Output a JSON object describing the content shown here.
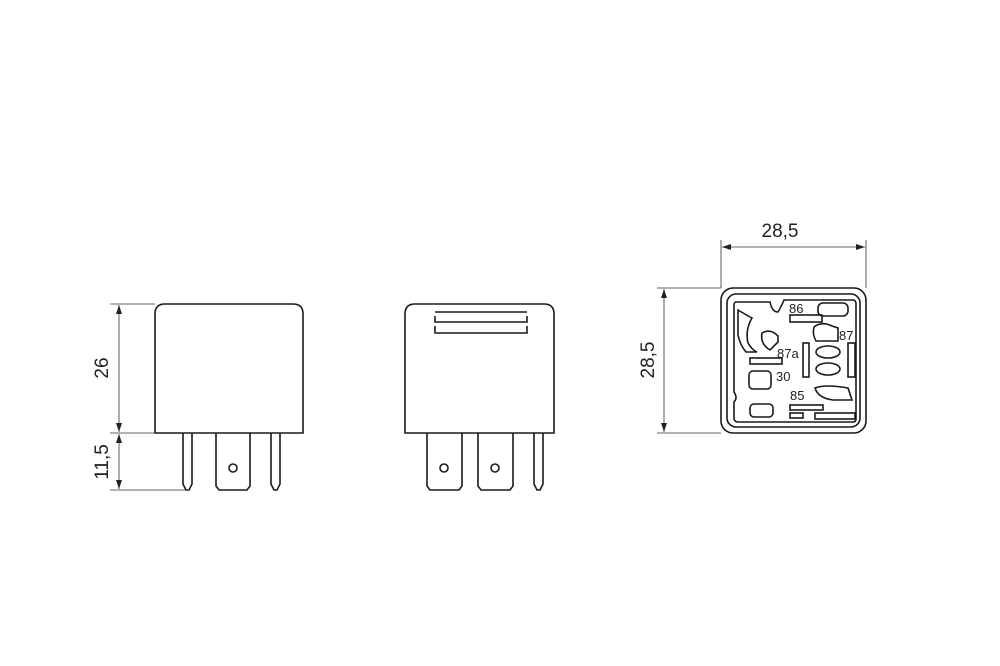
{
  "dimensions": {
    "front_height": "26",
    "pin_length": "11,5",
    "top_width": "28,5",
    "top_depth": "28,5"
  },
  "terminals": {
    "t86": "86",
    "t87": "87",
    "t87a": "87a",
    "t30": "30",
    "t85": "85"
  }
}
